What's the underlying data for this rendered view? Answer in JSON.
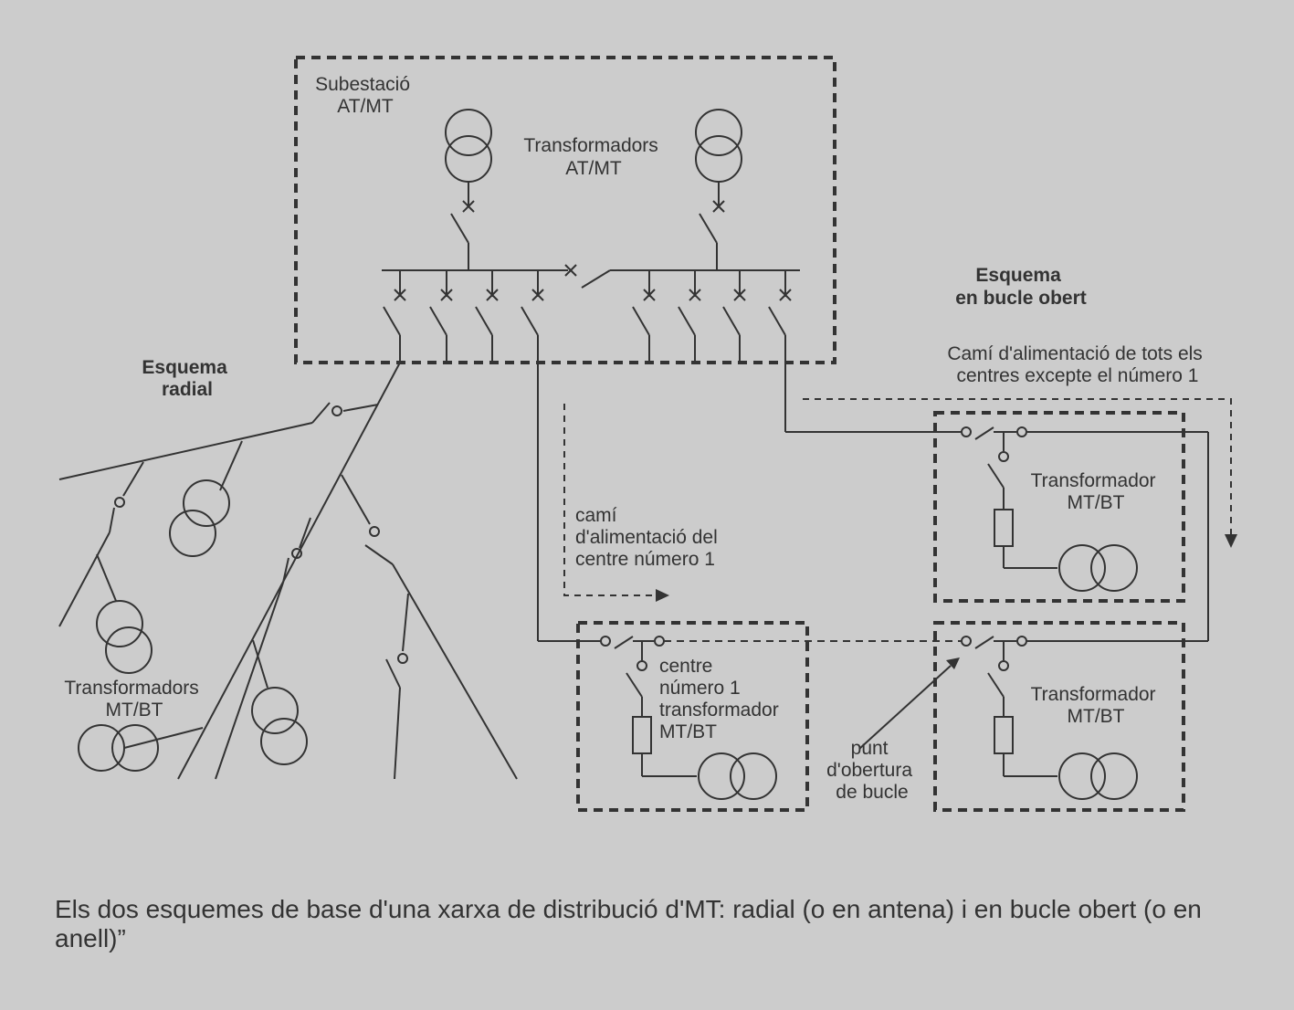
{
  "labels": {
    "substation": [
      "Subestació",
      "AT/MT"
    ],
    "at_mt_transformers": [
      "Transformadors",
      "AT/MT"
    ],
    "radial_title": [
      "Esquema",
      "radial"
    ],
    "loop_title": [
      "Esquema",
      "en bucle obert"
    ],
    "mt_bt_transformers": [
      "Transformadors",
      "MT/BT"
    ],
    "path_center1": [
      "camí",
      "d'alimentació del",
      "centre número 1"
    ],
    "path_all": [
      "Camí d'alimentació de tots els",
      "centres excepte el número 1"
    ],
    "center1": [
      "centre",
      "número 1",
      "transformador",
      "MT/BT"
    ],
    "transformer_top": [
      "Transformador",
      "MT/BT"
    ],
    "transformer_bottom": [
      "Transformador",
      "MT/BT"
    ],
    "loop_open_point": [
      "punt",
      "d'obertura",
      "de bucle"
    ]
  },
  "caption": "Els dos esquemes de base d'una xarxa de distribució d'MT: radial (o en antena) i en bucle obert (o en anell)”"
}
